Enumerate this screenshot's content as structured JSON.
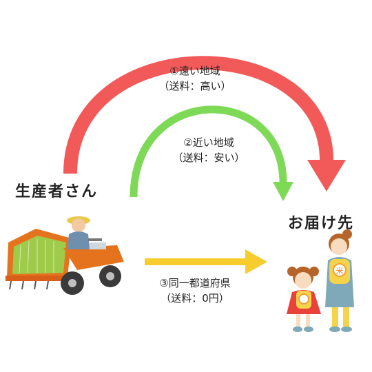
{
  "producer": {
    "label": "生産者さん"
  },
  "destination": {
    "label": "お届け先"
  },
  "routes": [
    {
      "name": "①遠い地域",
      "cost": "（送料：高い）",
      "color": "#f25a5a"
    },
    {
      "name": "②近い地域",
      "cost": "（送料：安い）",
      "color": "#7ed957"
    },
    {
      "name": "③同一都道府県",
      "cost": "（送料：0円）",
      "color": "#f7cd2e"
    }
  ],
  "illustrations": {
    "producer": "farmer-on-rice-transplanter-illustration",
    "destination": "mother-and-daughter-holding-rice-bags-illustration",
    "rice_bag_mark": "米"
  }
}
